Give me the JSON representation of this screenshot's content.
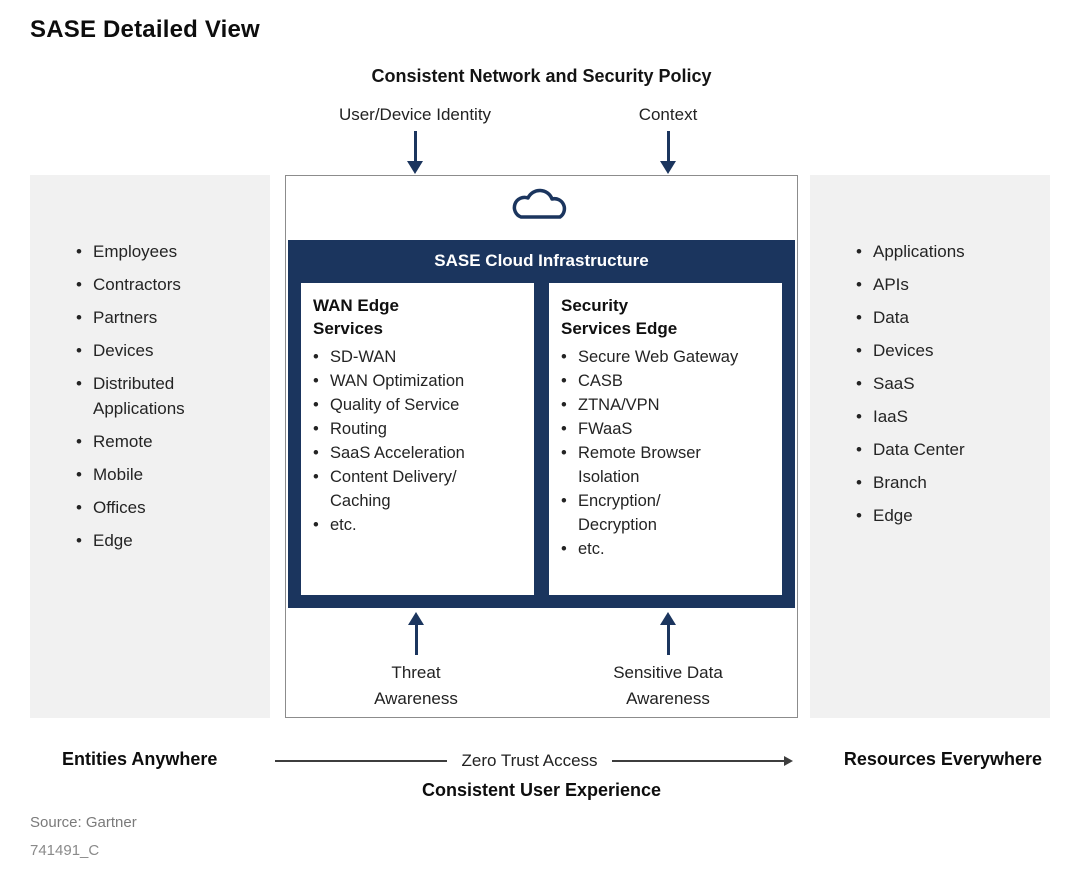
{
  "title": "SASE Detailed View",
  "colors": {
    "navy": "#1b355e",
    "panel_gray": "#f1f1f1",
    "line_gray": "#3d3d3d"
  },
  "top": {
    "policy_heading": "Consistent Network and Security Policy",
    "identity_label": "User/Device Identity",
    "context_label": "Context"
  },
  "entities_panel": {
    "items": [
      "Employees",
      "Contractors",
      "Partners",
      "Devices",
      "Distributed\nApplications",
      "Remote",
      "Mobile",
      "Offices",
      "Edge"
    ]
  },
  "resources_panel": {
    "items": [
      "Applications",
      "APIs",
      "Data",
      "Devices",
      "SaaS",
      "IaaS",
      "Data Center",
      "Branch",
      "Edge"
    ]
  },
  "cloud": {
    "infrastructure_title": "SASE Cloud Infrastructure",
    "wan_edge": {
      "title": "WAN Edge\nServices",
      "items": [
        "SD-WAN",
        "WAN Optimization",
        "Quality of Service",
        "Routing",
        "SaaS Acceleration",
        "Content Delivery/\nCaching",
        "etc."
      ]
    },
    "security_edge": {
      "title": "Security\nServices Edge",
      "items": [
        "Secure Web Gateway",
        "CASB",
        "ZTNA/VPN",
        "FWaaS",
        "Remote Browser\nIsolation",
        "Encryption/\nDecryption",
        "etc."
      ]
    }
  },
  "bottom": {
    "threat_label": "Threat\nAwareness",
    "sensitive_label": "Sensitive Data\nAwareness",
    "entities_label": "Entities Anywhere",
    "zero_trust_label": "Zero Trust Access",
    "resources_label": "Resources Everywhere",
    "experience_label": "Consistent User Experience",
    "source": "Source: Gartner",
    "doc_id": "741491_C"
  }
}
